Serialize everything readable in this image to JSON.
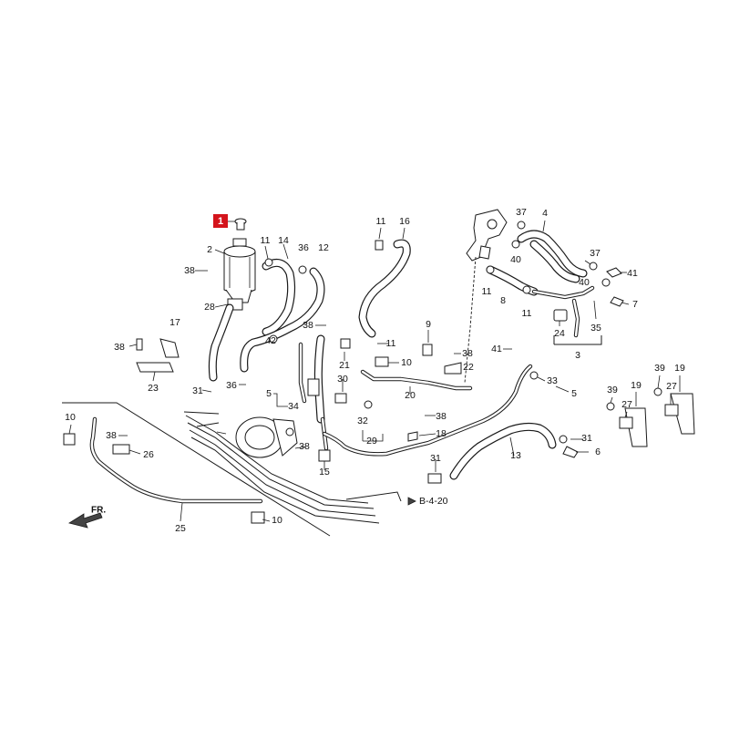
{
  "highlighted_part": "1",
  "callouts": [
    {
      "id": "c1",
      "label": "1"
    },
    {
      "id": "c2",
      "label": "2"
    },
    {
      "id": "c38a",
      "label": "38"
    },
    {
      "id": "c28",
      "label": "28"
    },
    {
      "id": "c11a",
      "label": "11"
    },
    {
      "id": "c14",
      "label": "14"
    },
    {
      "id": "c36a",
      "label": "36"
    },
    {
      "id": "c12",
      "label": "12"
    },
    {
      "id": "c11b",
      "label": "11"
    },
    {
      "id": "c16",
      "label": "16"
    },
    {
      "id": "c37a",
      "label": "37"
    },
    {
      "id": "c4",
      "label": "4"
    },
    {
      "id": "c40a",
      "label": "40"
    },
    {
      "id": "c37b",
      "label": "37"
    },
    {
      "id": "c41a",
      "label": "41"
    },
    {
      "id": "c40b",
      "label": "40"
    },
    {
      "id": "c7",
      "label": "7"
    },
    {
      "id": "c11c",
      "label": "11"
    },
    {
      "id": "c8",
      "label": "8"
    },
    {
      "id": "c11d",
      "label": "11"
    },
    {
      "id": "c35",
      "label": "35"
    },
    {
      "id": "c24",
      "label": "24"
    },
    {
      "id": "c3",
      "label": "3"
    },
    {
      "id": "c17",
      "label": "17"
    },
    {
      "id": "c38b",
      "label": "38"
    },
    {
      "id": "c23",
      "label": "23"
    },
    {
      "id": "c31a",
      "label": "31"
    },
    {
      "id": "c36b",
      "label": "36"
    },
    {
      "id": "c38c",
      "label": "38"
    },
    {
      "id": "c42",
      "label": "42"
    },
    {
      "id": "c21",
      "label": "21"
    },
    {
      "id": "c11e",
      "label": "11"
    },
    {
      "id": "c9",
      "label": "9"
    },
    {
      "id": "c38d",
      "label": "38"
    },
    {
      "id": "c41b",
      "label": "41"
    },
    {
      "id": "c10a",
      "label": "10"
    },
    {
      "id": "c22",
      "label": "22"
    },
    {
      "id": "c5a",
      "label": "5"
    },
    {
      "id": "c34",
      "label": "34"
    },
    {
      "id": "c30",
      "label": "30"
    },
    {
      "id": "c20",
      "label": "20"
    },
    {
      "id": "c33",
      "label": "33"
    },
    {
      "id": "c5b",
      "label": "5"
    },
    {
      "id": "c39a",
      "label": "39"
    },
    {
      "id": "c19a",
      "label": "19"
    },
    {
      "id": "c39b",
      "label": "39"
    },
    {
      "id": "c19b",
      "label": "19"
    },
    {
      "id": "c27a",
      "label": "27"
    },
    {
      "id": "c27b",
      "label": "27"
    },
    {
      "id": "c10b",
      "label": "10"
    },
    {
      "id": "c38e",
      "label": "38"
    },
    {
      "id": "c26",
      "label": "26"
    },
    {
      "id": "c38f",
      "label": "38"
    },
    {
      "id": "c32",
      "label": "32"
    },
    {
      "id": "c38g",
      "label": "38"
    },
    {
      "id": "c18",
      "label": "18"
    },
    {
      "id": "c29",
      "label": "29"
    },
    {
      "id": "c15",
      "label": "15"
    },
    {
      "id": "c31b",
      "label": "31"
    },
    {
      "id": "c13",
      "label": "13"
    },
    {
      "id": "c31c",
      "label": "31"
    },
    {
      "id": "c6",
      "label": "6"
    },
    {
      "id": "c25",
      "label": "25"
    },
    {
      "id": "c10c",
      "label": "10"
    }
  ],
  "reference_label": "B-4-20",
  "direction_label": "FR."
}
